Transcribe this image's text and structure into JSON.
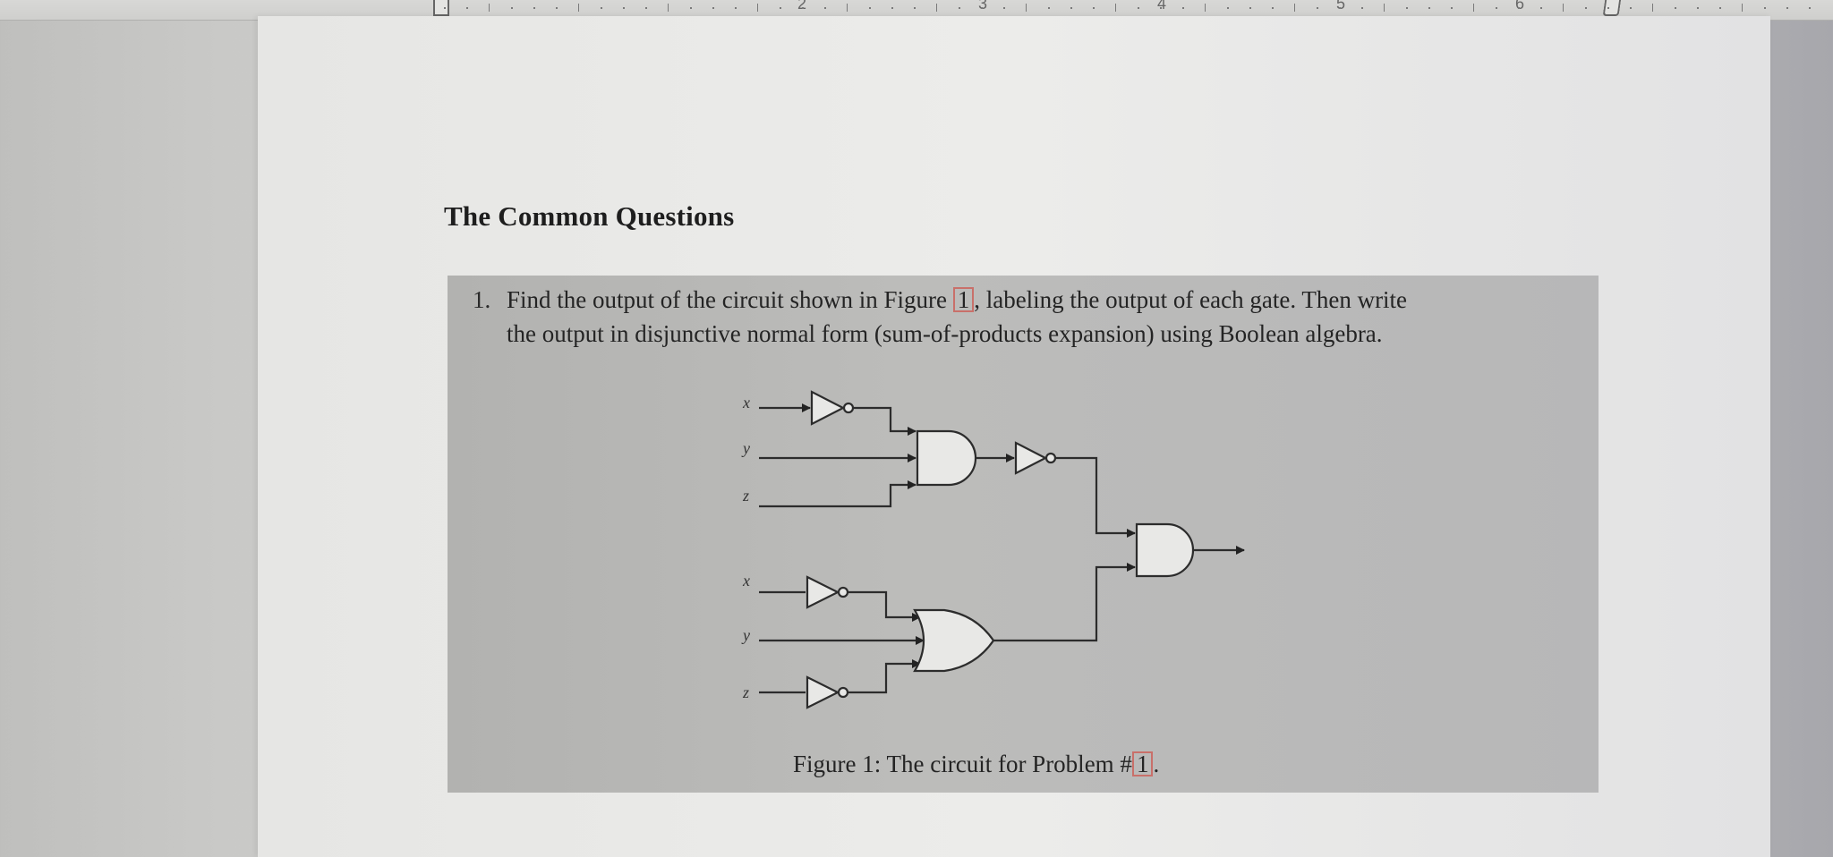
{
  "ruler": {
    "numbers": [
      "2",
      "3",
      "4",
      "5",
      "6"
    ]
  },
  "document": {
    "heading": "The Common Questions",
    "question": {
      "number": "1.",
      "line1_before": "Find the output of the circuit shown in Figure ",
      "figure_ref": "1",
      "line1_after": ", labeling the output of each gate. Then write",
      "line2": "the output in disjunctive normal form (sum-of-products expansion) using Boolean algebra."
    },
    "figure": {
      "inputs": [
        "x",
        "y",
        "z",
        "x",
        "y",
        "z"
      ],
      "caption_before": "Figure 1: The circuit for Problem #",
      "caption_ref": "1",
      "caption_after": "."
    }
  },
  "colors": {
    "highlight_box": "#b4b4b2",
    "reference_border": "#c9706a",
    "text": "#242424"
  }
}
